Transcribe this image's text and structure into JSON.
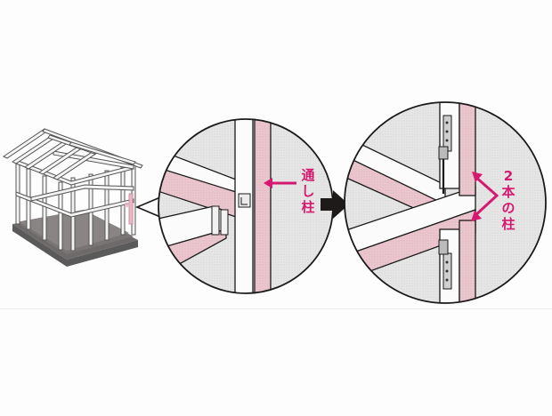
{
  "figure": {
    "background": "#fdfdfd",
    "accent_color": "#d4196e",
    "pink_member_color": "#e9c4cc",
    "gray_fill_color": "#e4e4e4",
    "outline_color": "#1a1a1a"
  },
  "house": {
    "name": "wooden-frame-house",
    "highlight_color": "#e9c4cc"
  },
  "panel_left": {
    "name": "through-column-detail",
    "label_chars": [
      "通",
      "し",
      "柱"
    ],
    "label": "通し柱"
  },
  "transition_arrow": {
    "direction": "right",
    "color": "#1e1a1a"
  },
  "panel_right": {
    "name": "two-column-detail",
    "label_chars": [
      "2",
      "本",
      "の",
      "柱"
    ],
    "label": "2本の柱"
  }
}
